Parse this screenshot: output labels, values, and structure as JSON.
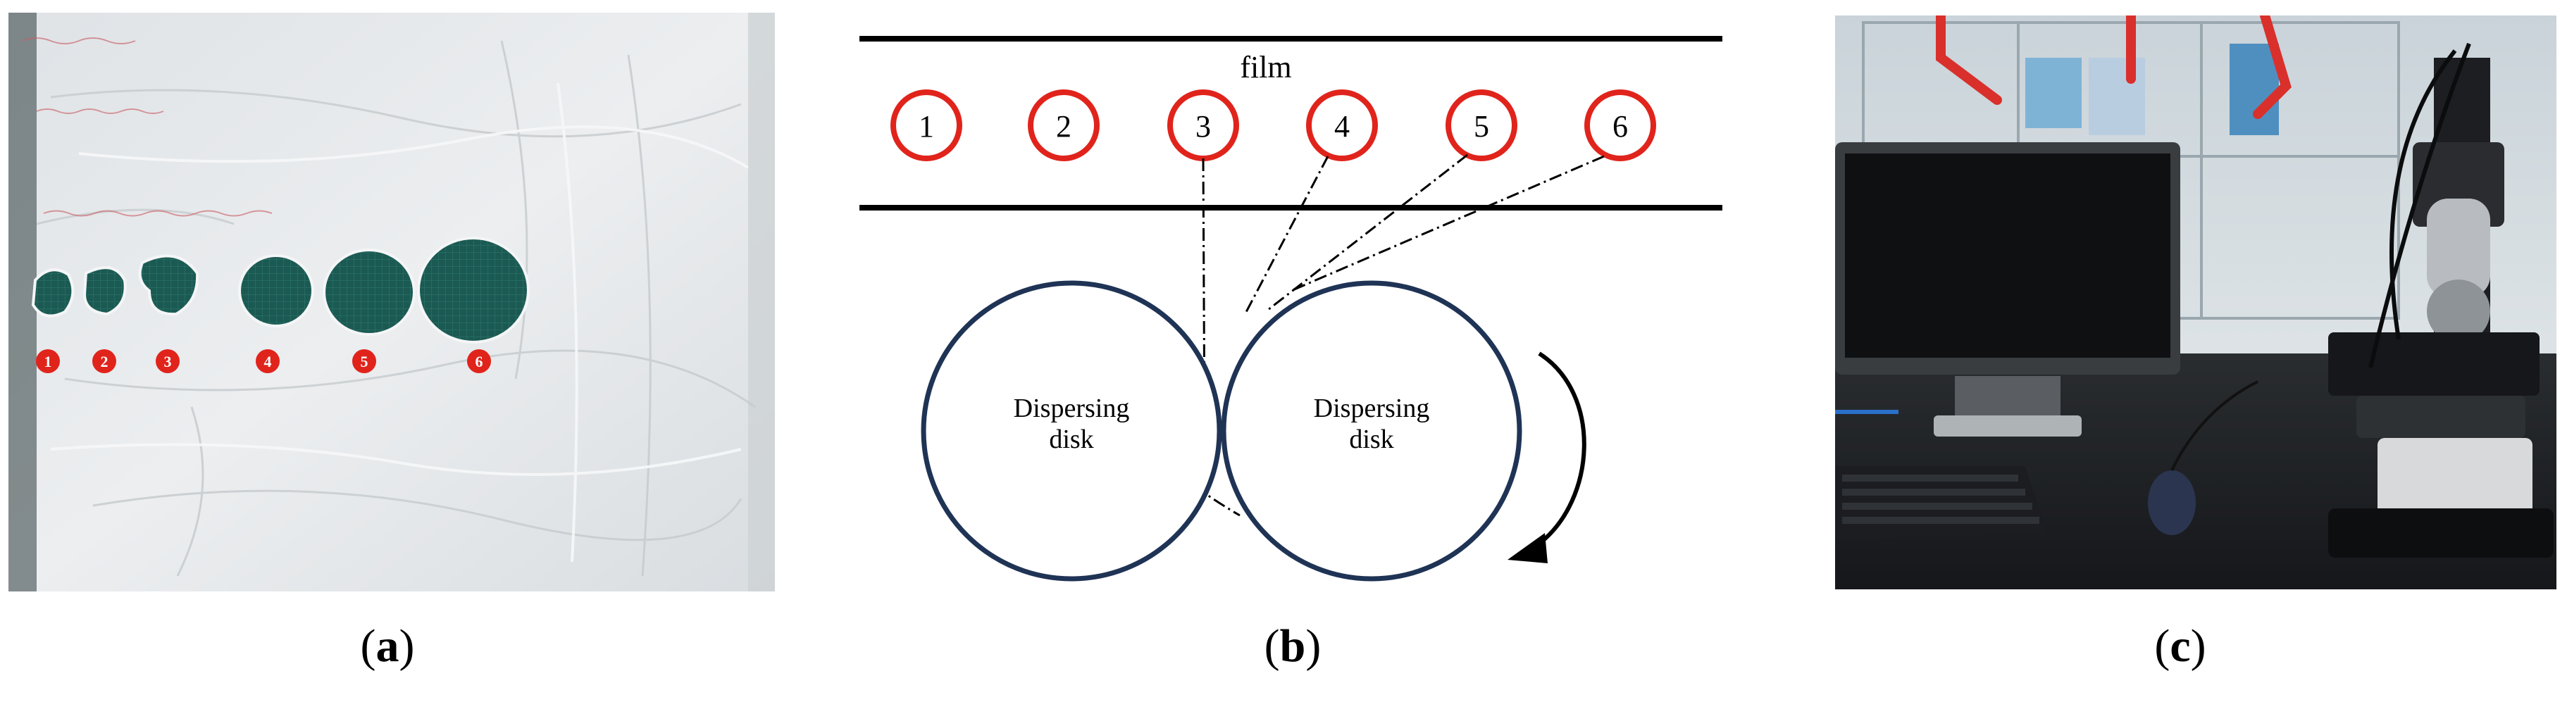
{
  "panel_a": {
    "caption_letter": "a",
    "hole_labels": [
      "1",
      "2",
      "3",
      "4",
      "5",
      "6"
    ]
  },
  "panel_b": {
    "caption_letter": "b",
    "film_label": "film",
    "sample_labels": [
      "1",
      "2",
      "3",
      "4",
      "5",
      "6"
    ],
    "left_disk_label": [
      "Dispersing",
      "disk"
    ],
    "right_disk_label": [
      "Dispersing",
      "disk"
    ]
  },
  "panel_c": {
    "caption_letter": "c"
  },
  "colors": {
    "marker_red": "#e0241c",
    "disk_navy": "#1f3355",
    "hole_teal": "#17514c"
  }
}
